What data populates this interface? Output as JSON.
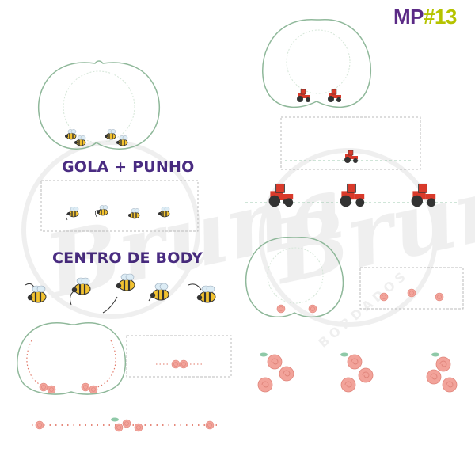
{
  "badge": {
    "prefix": "MP",
    "number": "#13",
    "prefix_color": "#5b2a86",
    "number_color": "#b5c300"
  },
  "headings": {
    "gola": "GOLA + PUNHO",
    "centro": "CENTRO DE BODY"
  },
  "watermark": {
    "brand": "Bruna",
    "sub": "BORDADOS"
  },
  "motifs": {
    "collar_1": "bees",
    "collar_2": "tractors",
    "collar_3": "roses",
    "collar_4": "roses"
  },
  "colors": {
    "outline": "#8fb89a",
    "stitch": "#cfe0d2",
    "bee_yellow": "#f2c230",
    "tractor_red": "#d93a2b",
    "rose_pink": "#f2a39a",
    "leaf_green": "#8fc9a8",
    "heading": "#4a2c82"
  }
}
